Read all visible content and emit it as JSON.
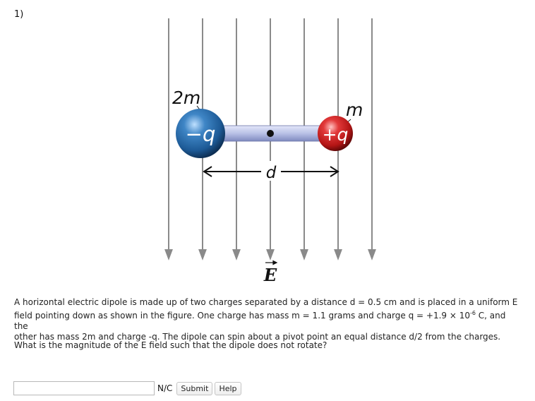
{
  "question": {
    "number": "1)"
  },
  "figure": {
    "mass_left_label": "2m",
    "mass_right_label": "m",
    "charge_left_label": "−q",
    "charge_right_label": "+q",
    "distance_label": "d",
    "field_label": "E",
    "colors": {
      "field_lines": "#8a8a8a",
      "rod": "#b9c1e6",
      "negative_charge": "#1d5a96",
      "positive_charge": "#c8191a"
    }
  },
  "problem": {
    "line1": "A horizontal electric dipole is made up of two charges separated by a distance d = 0.5 cm and is placed in a uniform E",
    "line2_a": "field pointing down as shown in the figure. One charge has mass m = 1.1 grams and charge q = +1.9 × 10",
    "line2_exp": "-6",
    "line2_b": " C, and the",
    "line3": "other has mass 2m and charge -q. The dipole can spin about a pivot point an equal distance d/2 from the charges.",
    "question": "What is the magnitude of the E field such that the dipole does not rotate?"
  },
  "answer": {
    "value": "",
    "unit": "N/C",
    "submit_label": "Submit",
    "help_label": "Help"
  }
}
